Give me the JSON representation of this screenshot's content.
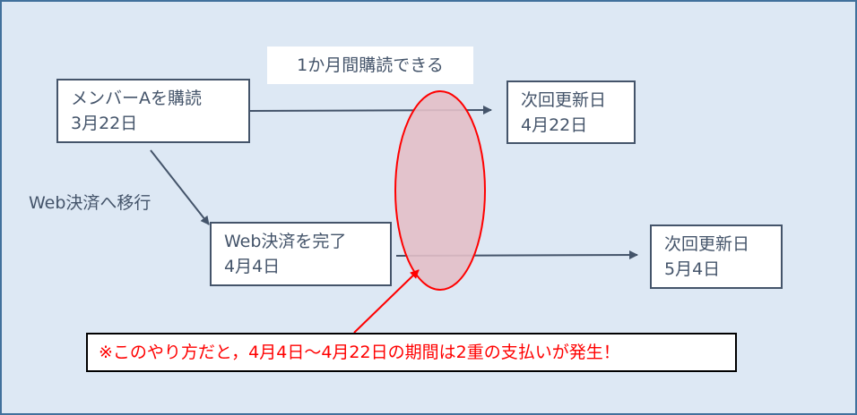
{
  "subscribe_box": {
    "line1": "メンバーAを購読",
    "line2": "3月22日"
  },
  "next_renewal_1": {
    "line1": "次回更新日",
    "line2": "4月22日"
  },
  "web_payment_box": {
    "line1": "Web決済を完了",
    "line2": "4月4日"
  },
  "next_renewal_2": {
    "line1": "次回更新日",
    "line2": "5月4日"
  },
  "one_month_label": "1か月間購読できる",
  "migrate_label": "Web決済へ移行",
  "warning_note": "※このやり方だと，4月4日～4月22日の期間は2重の支払いが発生！",
  "colors": {
    "background": "#dde8f4",
    "border": "#41719c",
    "line": "#44546a",
    "highlight": "#f00",
    "ellipse_fill": "#e3bfc8"
  }
}
